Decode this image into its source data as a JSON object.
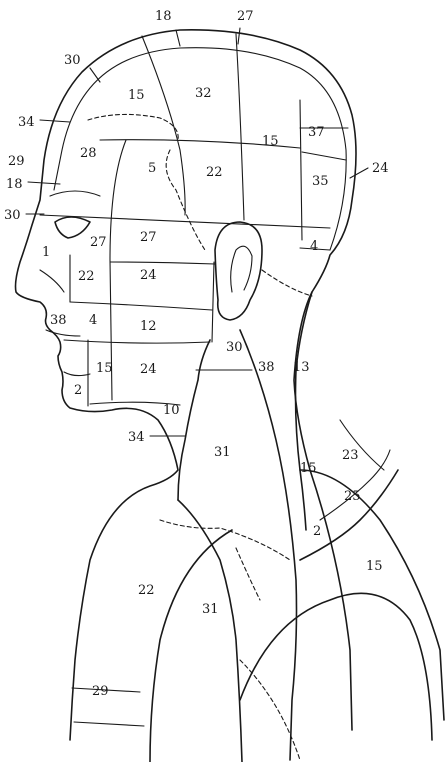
{
  "labels": {
    "l1": "18",
    "l2": "27",
    "l3": "30",
    "l4": "15",
    "l5": "32",
    "l6": "34",
    "l7": "15",
    "l8": "37",
    "l9": "28",
    "l10": "5",
    "l11": "22",
    "l12": "35",
    "l13": "24",
    "l14": "29",
    "l15": "18",
    "l16": "30",
    "l17": "27",
    "l18": "27",
    "l19": "1",
    "l20": "4",
    "l21": "22",
    "l22": "24",
    "l23": "38",
    "l24": "4",
    "l25": "12",
    "l26": "30",
    "l27": "38",
    "l28": "13",
    "l29": "15",
    "l30": "24",
    "l31": "2",
    "l32": "10",
    "l33": "34",
    "l34": "31",
    "l35": "15",
    "l36": "23",
    "l37": "25",
    "l38": "2",
    "l39": "15",
    "l40": "22",
    "l41": "31",
    "l42": "29"
  }
}
